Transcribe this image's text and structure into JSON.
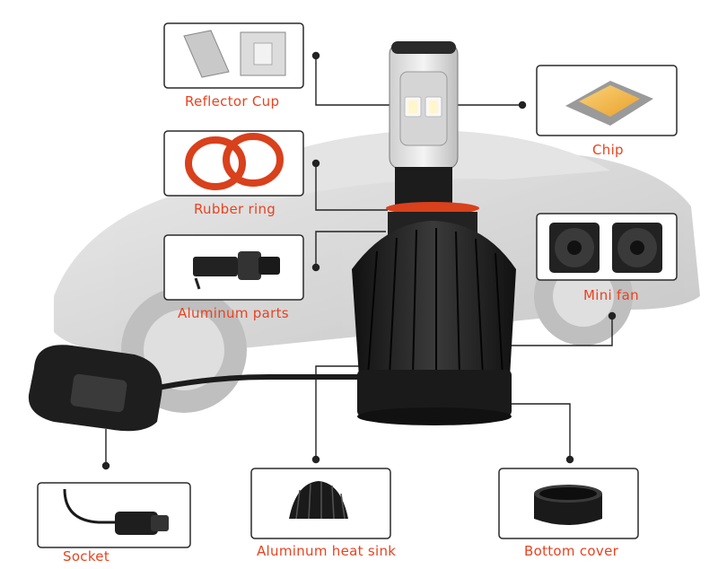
{
  "labels": {
    "reflector_cup": "Reflector Cup",
    "chip": "Chip",
    "rubber_ring": "Rubber ring",
    "aluminum_parts": "Aluminum parts",
    "mini_fan": "Mini fan",
    "socket": "Socket",
    "aluminum_heat_sink": "Aluminum heat sink",
    "bottom_cover": "Bottom cover"
  },
  "colors": {
    "label_text": "#e8431f",
    "frame": "#2a2a2a",
    "housing": "#1c1c1c",
    "ring": "#d9401c",
    "chip": "#f5b942",
    "car": "#b8b8b8"
  }
}
